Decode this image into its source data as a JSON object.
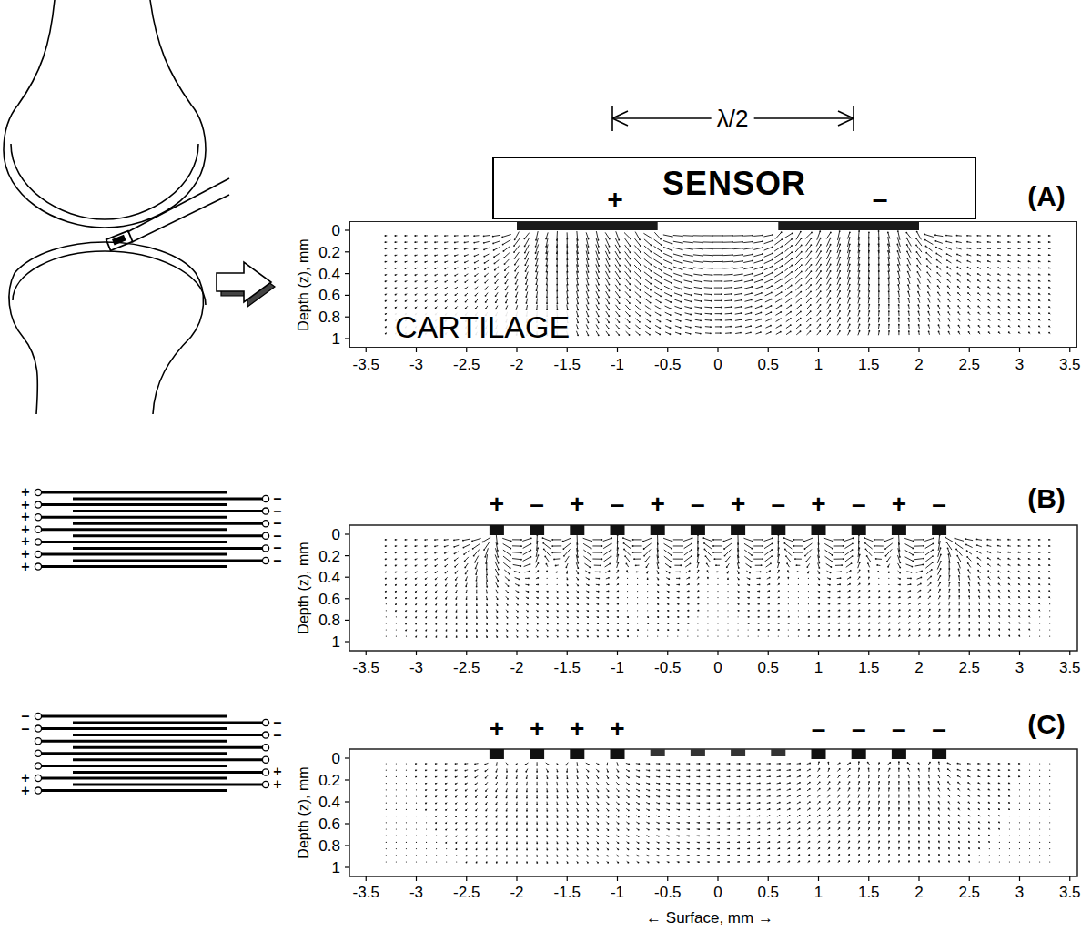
{
  "diagram": {
    "nodes": [
      {
        "text": [
          "SENSOR"
        ]
      },
      {
        "text": [
          "CARTILAGE"
        ]
      }
    ],
    "labels": [
      "Depth (z), mm",
      "0",
      "0.2",
      "0.4",
      "0.6",
      "0.8",
      "1",
      "-3.5",
      "-3",
      "-2.5",
      "-2",
      "-1.5",
      "-1",
      "-0.5",
      "0",
      "0.5",
      "1",
      "1.5",
      "2",
      "2.5",
      "3",
      "3.5",
      "(A)",
      "λ/2",
      "+",
      "–",
      "Depth (z), mm",
      "0",
      "0.2",
      "0.4",
      "0.6",
      "0.8",
      "1",
      "-3.5",
      "-3",
      "-2.5",
      "-2",
      "-1.5",
      "-1",
      "-0.5",
      "0",
      "0.5",
      "1",
      "1.5",
      "2",
      "2.5",
      "3",
      "3.5",
      "(B)",
      "+",
      "–",
      "+",
      "–",
      "+",
      "–",
      "+",
      "–",
      "+",
      "–",
      "+",
      "–",
      "+",
      "+",
      "+",
      "+",
      "+",
      "+",
      "+",
      "–",
      "–",
      "–",
      "–",
      "–",
      "–",
      "Depth (z), mm",
      "0",
      "0.2",
      "0.4",
      "0.6",
      "0.8",
      "1",
      "-3.5",
      "-3",
      "-2.5",
      "-2",
      "-1.5",
      "-1",
      "-0.5",
      "0",
      "0.5",
      "1",
      "1.5",
      "2",
      "2.5",
      "3",
      "3.5",
      "(C)",
      "+",
      "+",
      "+",
      "+",
      "–",
      "–",
      "–",
      "–",
      "–",
      "–",
      "+",
      "+",
      "–",
      "–",
      "+",
      "+",
      "← Surface, mm →"
    ]
  }
}
